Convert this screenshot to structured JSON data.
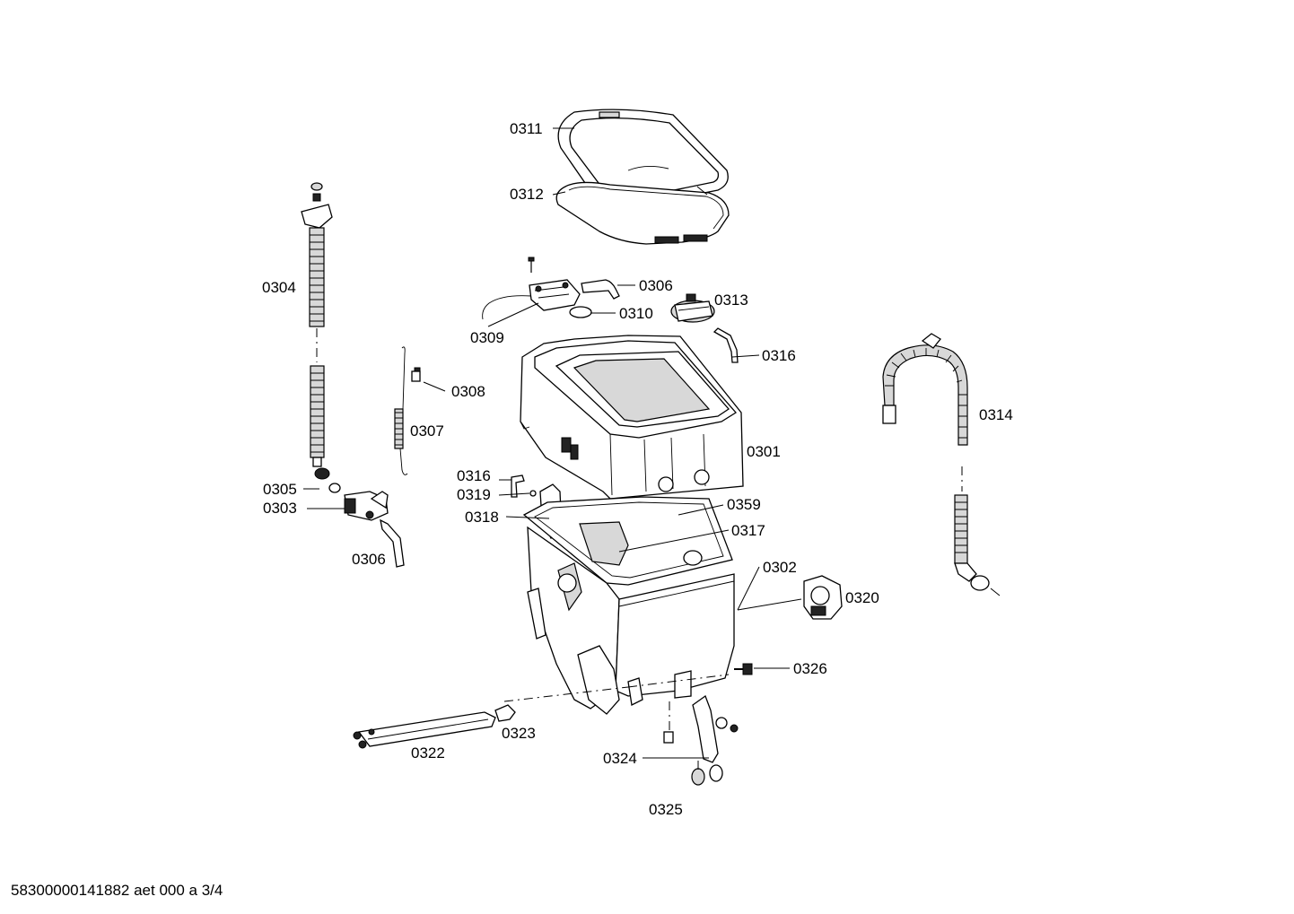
{
  "diagram": {
    "document_code": "58300000141882 aet 000 a 3/4",
    "callouts": {
      "p0311": "0311",
      "p0312": "0312",
      "p0304": "0304",
      "p0306a": "0306",
      "p0313": "0313",
      "p0310": "0310",
      "p0309": "0309",
      "p0316a": "0316",
      "p0308": "0308",
      "p0307": "0307",
      "p0314": "0314",
      "p0301": "0301",
      "p0316b": "0316",
      "p0319": "0319",
      "p0305": "0305",
      "p0303": "0303",
      "p0359": "0359",
      "p0318": "0318",
      "p0317": "0317",
      "p0306b": "0306",
      "p0302": "0302",
      "p0320": "0320",
      "p0326": "0326",
      "p0323": "0323",
      "p0322": "0322",
      "p0324": "0324",
      "p0325": "0325"
    }
  }
}
